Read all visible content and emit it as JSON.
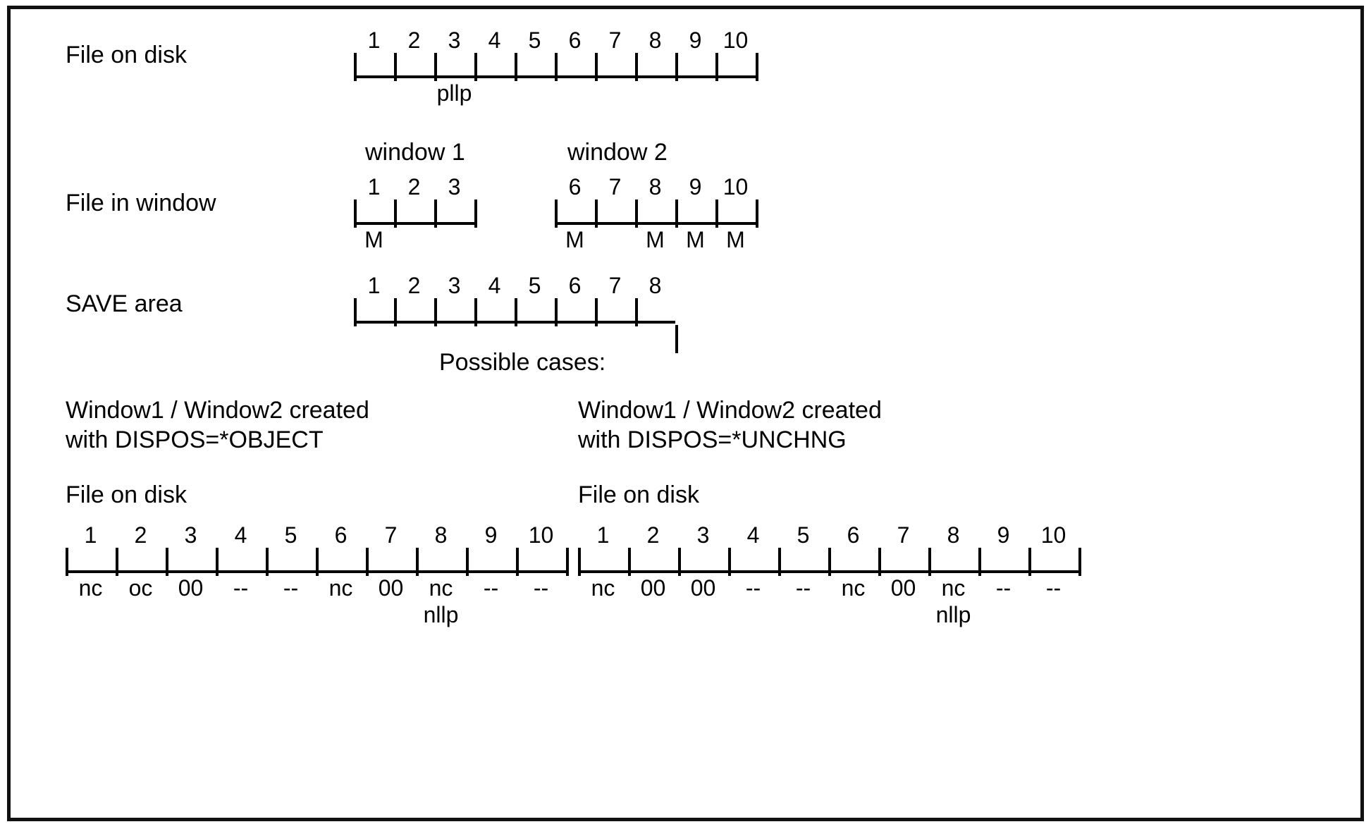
{
  "figure": {
    "title_text": "",
    "colors": {
      "ink": "#000000",
      "background": "#ffffff",
      "border": "#111111"
    }
  },
  "rows": {
    "file_on_disk_label": "File on disk",
    "file_in_window_label": "File in window",
    "save_area_label": "SAVE area",
    "possible_cases_label": "Possible cases:"
  },
  "window_headers": {
    "window1": "window 1",
    "window2": "window 2"
  },
  "file_on_disk_top": {
    "numbers": [
      "1",
      "2",
      "3",
      "4",
      "5",
      "6",
      "7",
      "8",
      "9",
      "10"
    ],
    "subs": [
      "",
      "",
      "pllp",
      "",
      "",
      "",
      "",
      "",
      "",
      ""
    ]
  },
  "file_in_window": {
    "window1": {
      "numbers": [
        "1",
        "2",
        "3"
      ],
      "subs": [
        "M",
        "",
        ""
      ]
    },
    "window2": {
      "numbers": [
        "6",
        "7",
        "8",
        "9",
        "10"
      ],
      "subs": [
        "M",
        "",
        "M",
        "M",
        "M"
      ]
    }
  },
  "save_area": {
    "numbers": [
      "1",
      "2",
      "3",
      "4",
      "5",
      "6",
      "7",
      "8"
    ],
    "subs": [
      "",
      "",
      "",
      "",
      "",
      "",
      "",
      ""
    ]
  },
  "cases": {
    "left": {
      "heading_line1": "Window1 / Window2 created",
      "heading_line2": "with DISPOS=*OBJECT",
      "subheading": "File on disk",
      "numbers": [
        "1",
        "2",
        "3",
        "4",
        "5",
        "6",
        "7",
        "8",
        "9",
        "10"
      ],
      "subs": [
        "nc",
        "oc",
        "00",
        "--",
        "--",
        "nc",
        "00",
        "nc",
        "--",
        "--"
      ],
      "subs2": [
        "",
        "",
        "",
        "",
        "",
        "",
        "",
        "nllp",
        "",
        ""
      ]
    },
    "right": {
      "heading_line1": "Window1 / Window2 created",
      "heading_line2": "with DISPOS=*UNCHNG",
      "subheading": "File on disk",
      "numbers": [
        "1",
        "2",
        "3",
        "4",
        "5",
        "6",
        "7",
        "8",
        "9",
        "10"
      ],
      "subs": [
        "nc",
        "00",
        "00",
        "--",
        "--",
        "nc",
        "00",
        "nc",
        "--",
        "--"
      ],
      "subs2": [
        "",
        "",
        "",
        "",
        "",
        "",
        "",
        "nllp",
        "",
        ""
      ]
    }
  }
}
